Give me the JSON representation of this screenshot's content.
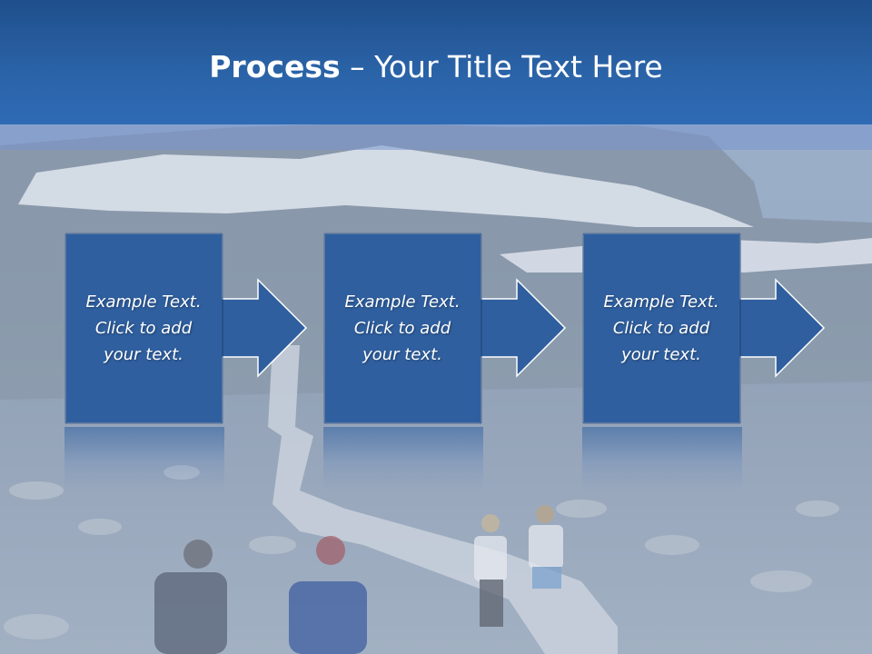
{
  "title": {
    "bold": "Process",
    "rest": " – Your Title Text Here"
  },
  "steps": [
    {
      "text": "Example Text.\nClick  to add\nyour text."
    },
    {
      "text": "Example Text.\nClick  to add\nyour text."
    },
    {
      "text": "Example Text.\nClick  to add\nyour text."
    }
  ],
  "colors": {
    "header": "#2a62a6",
    "box_fill": "#2f5f9f",
    "box_border": "#ffffff"
  }
}
